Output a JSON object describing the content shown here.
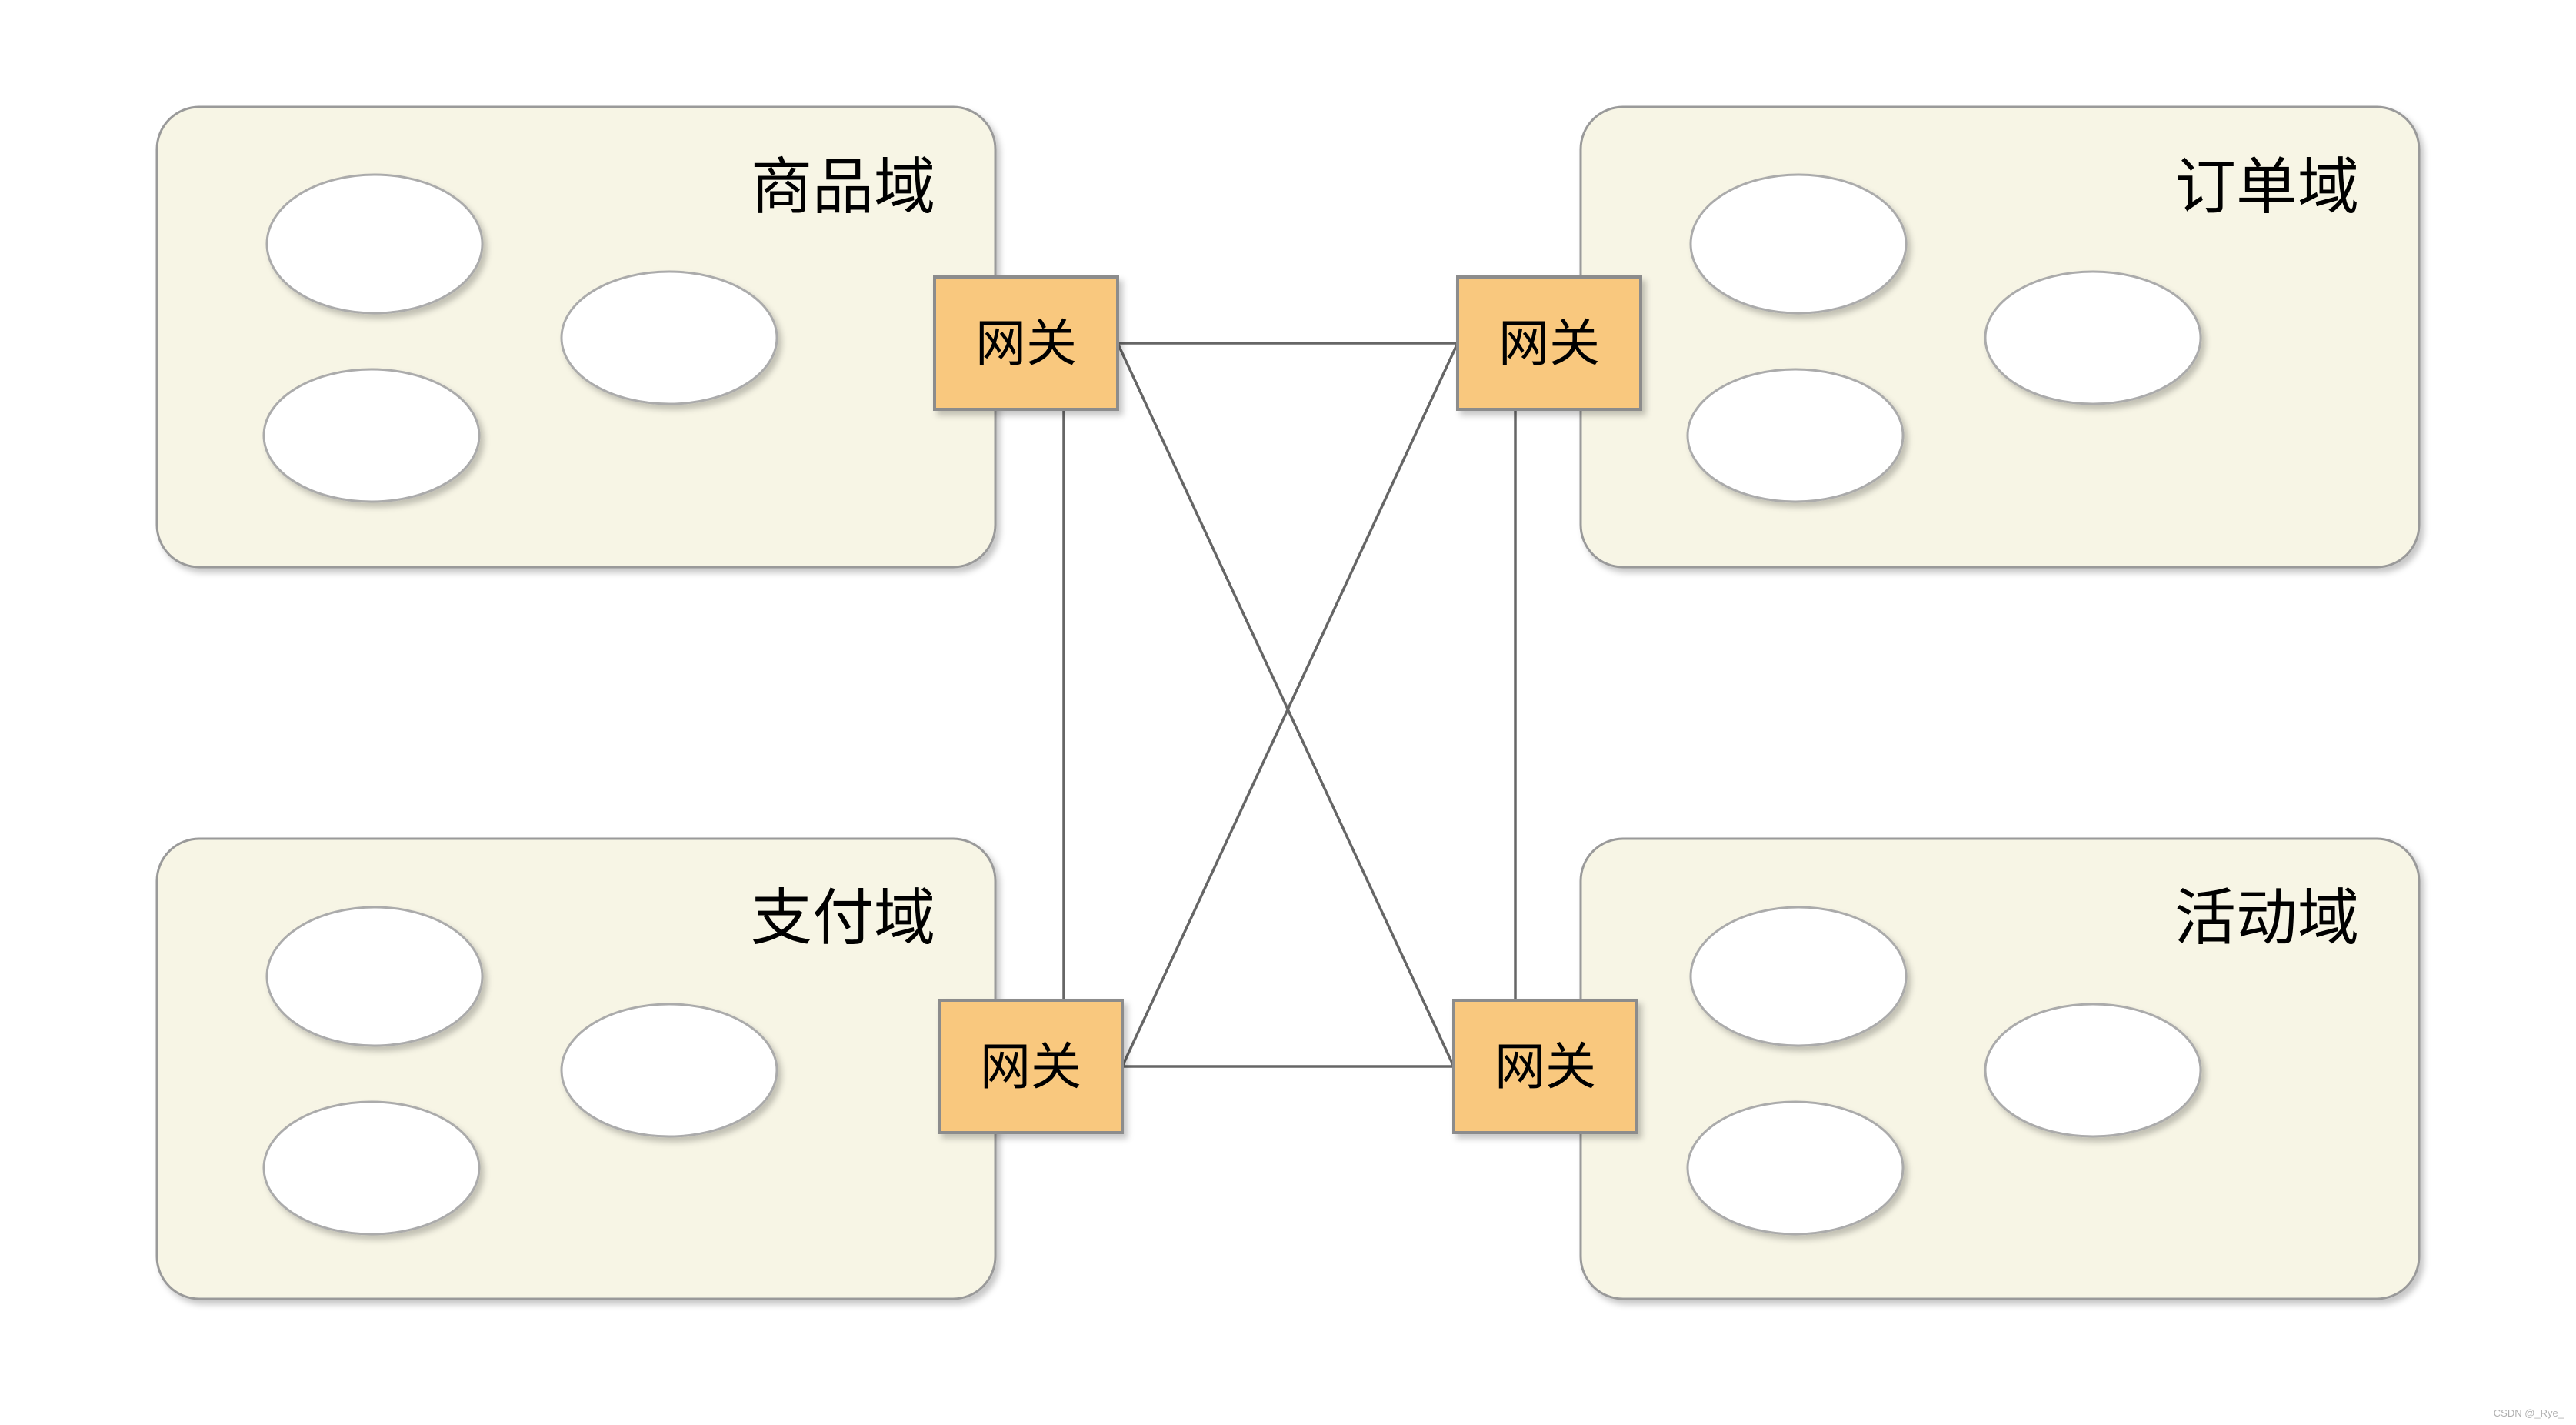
{
  "page": {
    "background": "#ffffff",
    "watermark": "CSDN @_Rye_"
  },
  "diagram": {
    "type": "microservice-domain-gateway-architecture",
    "gateway_label": "网关",
    "domains": [
      {
        "id": "product",
        "label": "商品域",
        "position": "top-left",
        "service_count": 3
      },
      {
        "id": "order",
        "label": "订单域",
        "position": "top-right",
        "service_count": 3
      },
      {
        "id": "payment",
        "label": "支付域",
        "position": "bottom-left",
        "service_count": 3
      },
      {
        "id": "activity",
        "label": "活动域",
        "position": "bottom-right",
        "service_count": 3
      }
    ],
    "gateways": [
      {
        "id": "gw-product",
        "label": "网关",
        "attached_domain": "商品域"
      },
      {
        "id": "gw-order",
        "label": "网关",
        "attached_domain": "订单域"
      },
      {
        "id": "gw-payment",
        "label": "网关",
        "attached_domain": "支付域"
      },
      {
        "id": "gw-activity",
        "label": "网关",
        "attached_domain": "活动域"
      }
    ],
    "connections": [
      {
        "from": "gw-product",
        "to": "gw-order"
      },
      {
        "from": "gw-payment",
        "to": "gw-activity"
      },
      {
        "from": "gw-product",
        "to": "gw-payment"
      },
      {
        "from": "gw-order",
        "to": "gw-activity"
      },
      {
        "from": "gw-product",
        "to": "gw-activity"
      },
      {
        "from": "gw-order",
        "to": "gw-payment"
      }
    ],
    "colors": {
      "domain_fill": "#f7f5e5",
      "domain_border": "#9a9a9a",
      "service_fill": "#ffffff",
      "service_border": "#ababab",
      "gateway_fill": "#f9c87e",
      "gateway_border": "#8c8c8c",
      "connector": "#666666",
      "label": "#000000",
      "watermark": "#b0b0b0"
    }
  }
}
